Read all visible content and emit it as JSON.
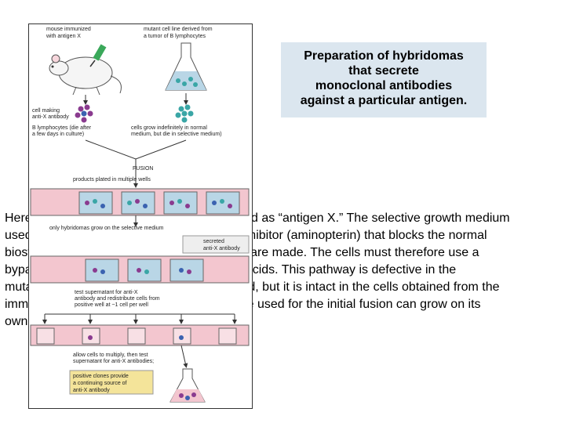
{
  "paragraph": {
    "lines": [
      "Here is shown the antigen used is designated as “antigen X.” The selective growth medium",
      "used after the cell fusion step contains an inhibitor (aminopterin) that blocks the normal",
      "biosynthetic pathways by which nucleotides are made. The cells must therefore use a",
      "bypass pathway to synthesize their nucleic acids. This pathway is defective in the",
      "mutant cell line to which the B cells are fused, but it is intact in the cells obtained from the",
      "immunized mouse. Because neither cell type used for the initial fusion can grow on its",
      "own, only the hybrid cells survive."
    ]
  },
  "caption": {
    "lines": [
      "Preparation of hybridomas",
      "that secrete",
      "monoclonal antibodies",
      "against a particular antigen."
    ]
  },
  "figure": {
    "mouse_label": [
      "mouse immunized",
      "with antigen X"
    ],
    "mutant_label": [
      "mutant cell line derived from",
      "a tumor of B lymphocytes"
    ],
    "cell_making_label": [
      "cell making",
      "anti-X antibody"
    ],
    "b_lymph_label": [
      "B lymphocytes (die after",
      "a few days in culture)"
    ],
    "grow_label": [
      "cells grow indefinitely in normal",
      "medium, but die in selective medium)"
    ],
    "fusion_label": "FUSION",
    "plated_label": "products plated in multiple wells",
    "only_hybrid_label": "only hybridomas grow on the selective medium",
    "secreted_label": [
      "secreted",
      "anti-X antibody"
    ],
    "test_label": [
      "test supernatant for anti-X",
      "antibody and redistribute cells from",
      "positive well at ~1 cell per well"
    ],
    "allow_label": [
      "allow cells to multiply, then test",
      "supernatant for anti-X antibodies;"
    ],
    "positive_label": [
      "positive clones provide",
      "a continuing source of",
      "anti-X antibody"
    ],
    "colors": {
      "well_fill": "#f3c6cf",
      "tray_blue": "#b9d6e6",
      "cell_purple": "#8a3b8f",
      "cell_teal": "#3aa6a6",
      "cell_blue": "#3b62b0",
      "label_box": "#f4e49a"
    }
  }
}
